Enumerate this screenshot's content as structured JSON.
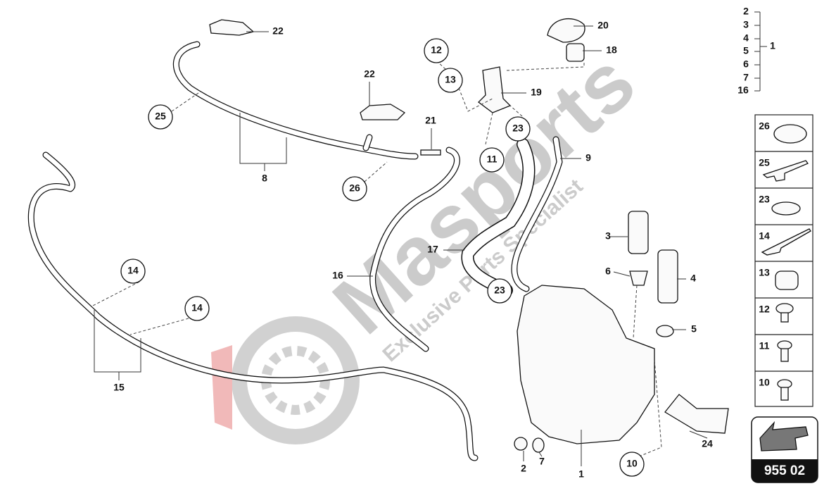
{
  "title": "955 02",
  "watermark": {
    "brand": "Masports",
    "tagline": "Exclusive Parts Specialist"
  },
  "callouts": {
    "c22a": "22",
    "c22b": "22",
    "c20": "20",
    "c18": "18",
    "c19": "19",
    "c12": "12",
    "c13": "13",
    "c23a": "23",
    "c11": "11",
    "c21": "21",
    "c9": "9",
    "c25": "25",
    "c8": "8",
    "c26": "26",
    "c3": "3",
    "c6": "6",
    "c4": "4",
    "c5": "5",
    "c17": "17",
    "c16": "16",
    "c23b": "23",
    "c14a": "14",
    "c14b": "14",
    "c15": "15",
    "c2": "2",
    "c7": "7",
    "c1": "1",
    "c10": "10",
    "c24": "24"
  },
  "assembly": {
    "members": [
      "2",
      "3",
      "4",
      "5",
      "6",
      "7",
      "16"
    ],
    "parent": "1"
  },
  "small_parts": [
    {
      "number": "26",
      "icon": "cap-icon"
    },
    {
      "number": "25",
      "icon": "cable-tie-clip-icon"
    },
    {
      "number": "23",
      "icon": "hose-clamp-icon"
    },
    {
      "number": "14",
      "icon": "cable-tie-icon"
    },
    {
      "number": "13",
      "icon": "grommet-icon"
    },
    {
      "number": "12",
      "icon": "screw-icon"
    },
    {
      "number": "11",
      "icon": "bolt-icon"
    },
    {
      "number": "10",
      "icon": "flange-bolt-icon"
    }
  ],
  "badge": {
    "label": "955 02",
    "icon": "direction-arrow-icon"
  }
}
